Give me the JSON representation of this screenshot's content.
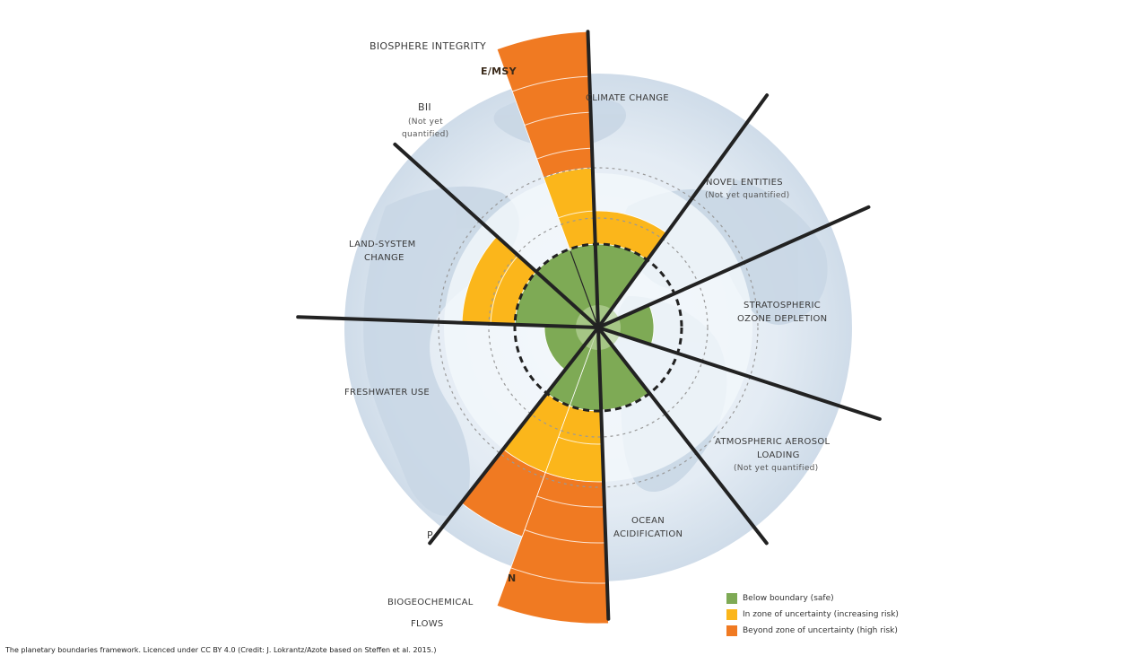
{
  "labels": {
    "biosphere_integrity": "BIOSPHERE INTEGRITY",
    "emsy": "E/MSY",
    "bii": "BII",
    "bii_note1": "(Not yet",
    "bii_note2": "quantified)",
    "climate_change": "CLIMATE CHANGE",
    "novel_entities": "NOVEL ENTITIES",
    "novel_entities_note": "(Not yet quantified)",
    "land_system_change_1": "LAND-SYSTEM",
    "land_system_change_2": "CHANGE",
    "stratospheric_1": "STRATOSPHERIC",
    "stratospheric_2": "OZONE DEPLETION",
    "freshwater_use": "FRESHWATER USE",
    "aerosol_1": "ATMOSPHERIC AEROSOL",
    "aerosol_2": "LOADING",
    "aerosol_note": "(Not yet quantified)",
    "ocean_1": "OCEAN",
    "ocean_2": "ACIDIFICATION",
    "p": "P",
    "n": "N",
    "biogeochemical_1": "BIOGEOCHEMICAL",
    "biogeochemical_2": "FLOWS"
  },
  "legend": [
    {
      "label": "Below boundary (safe)",
      "color": "#7eaa55"
    },
    {
      "label": "In zone of uncertainty (increasing risk)",
      "color": "#fbb61b"
    },
    {
      "label": "Beyond zone of uncertainty (high risk)",
      "color": "#f07a22"
    }
  ],
  "credit": "The planetary boundaries framework. Licenced under CC BY 4.0 (Credit: J. Lokrantz/Azote based on Steffen et al. 2015.)",
  "colors": {
    "safe": "#7eaa55",
    "uncertain": "#fbb61b",
    "high_risk": "#f07a22",
    "globe": "#dce6f0",
    "globe_light": "#edf2f8",
    "land": "#c8d6e4",
    "boundary": "#222222"
  }
}
